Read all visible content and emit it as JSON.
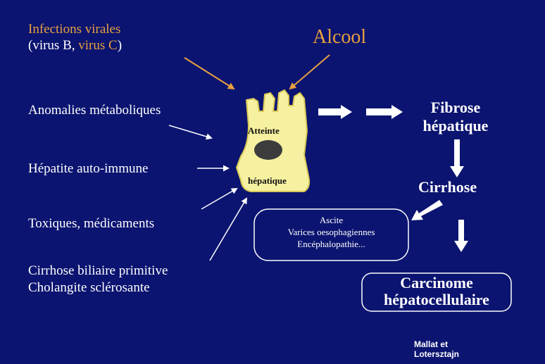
{
  "causes": {
    "viral_line1": "Infections virales",
    "viral_line2_a": "(virus B, ",
    "viral_line2_b": "virus C",
    "viral_line2_c": ")",
    "alcool": "Alcool",
    "metabolic": "Anomalies métaboliques",
    "autoimmune": "Hépatite auto-immune",
    "toxic": "Toxiques, médicaments",
    "biliary_1": "Cirrhose biliaire primitive",
    "biliary_2": "Cholangite sclérosante"
  },
  "cell": {
    "label_top": "Atteinte",
    "label_bottom": "hépatique"
  },
  "stages": {
    "fibrose_1": "Fibrose",
    "fibrose_2": "hépatique",
    "cirrhose": "Cirrhose",
    "complications": [
      "Ascite",
      "Varices oesophagiennes",
      "Encéphalopathie..."
    ],
    "carcinome_1": "Carcinome",
    "carcinome_2": "hépatocellulaire"
  },
  "credit": {
    "line1": "Mallat et",
    "line2": "Lotersztajn"
  },
  "colors": {
    "background": "#0b1470",
    "accent_orange": "#e8a040",
    "cell_yellow": "#f6f1a0"
  }
}
